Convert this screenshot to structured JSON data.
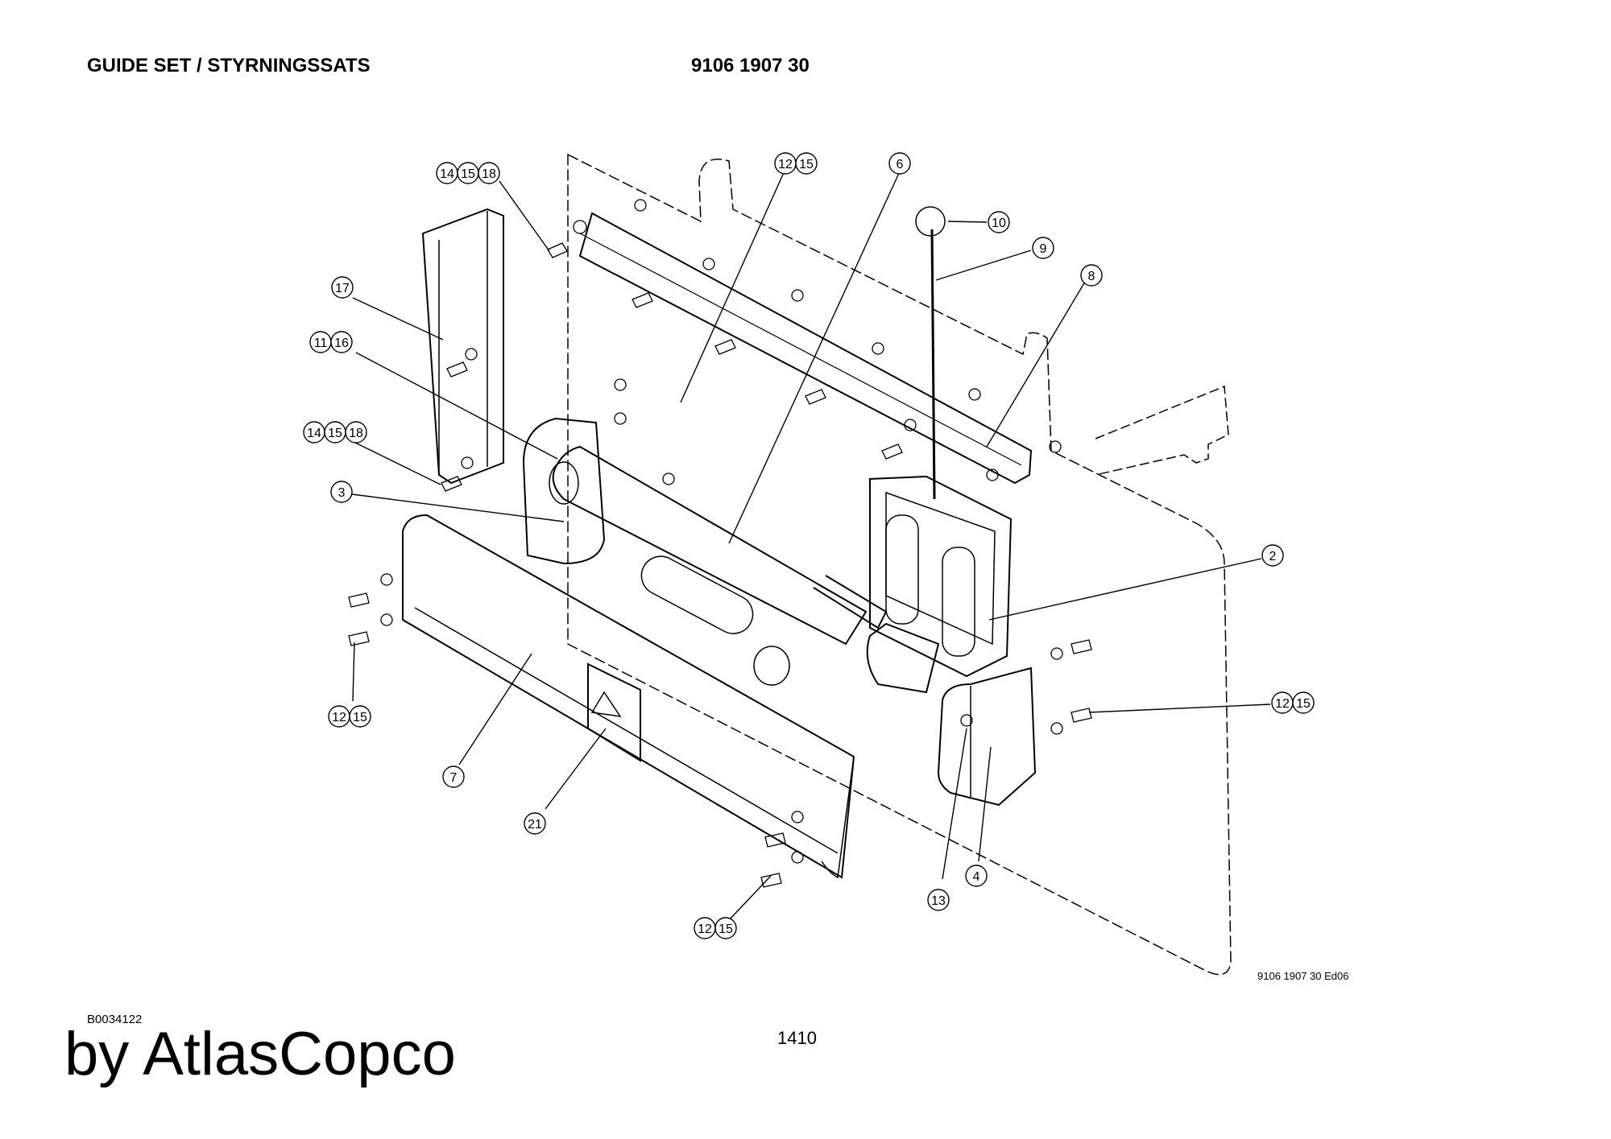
{
  "header": {
    "title": "GUIDE SET / STYRNINGSSATS",
    "part_number": "9106 1907 30"
  },
  "drawing": {
    "drawing_id": "9106 1907 30 Ed06",
    "callouts": [
      {
        "id": "c-14-15-18-top",
        "nums": [
          "14",
          "15",
          "18"
        ]
      },
      {
        "id": "c-12-15-top",
        "nums": [
          "12",
          "15"
        ]
      },
      {
        "id": "c-6",
        "nums": [
          "6"
        ]
      },
      {
        "id": "c-10",
        "nums": [
          "10"
        ]
      },
      {
        "id": "c-9",
        "nums": [
          "9"
        ]
      },
      {
        "id": "c-8",
        "nums": [
          "8"
        ]
      },
      {
        "id": "c-17",
        "nums": [
          "17"
        ]
      },
      {
        "id": "c-11-16",
        "nums": [
          "11",
          "16"
        ]
      },
      {
        "id": "c-14-15-18-mid",
        "nums": [
          "14",
          "15",
          "18"
        ]
      },
      {
        "id": "c-3",
        "nums": [
          "3"
        ]
      },
      {
        "id": "c-2",
        "nums": [
          "2"
        ]
      },
      {
        "id": "c-12-15-right",
        "nums": [
          "12",
          "15"
        ]
      },
      {
        "id": "c-12-15-left",
        "nums": [
          "12",
          "15"
        ]
      },
      {
        "id": "c-7",
        "nums": [
          "7"
        ]
      },
      {
        "id": "c-21",
        "nums": [
          "21"
        ]
      },
      {
        "id": "c-4",
        "nums": [
          "4"
        ]
      },
      {
        "id": "c-13",
        "nums": [
          "13"
        ]
      },
      {
        "id": "c-12-15-bottom",
        "nums": [
          "12",
          "15"
        ]
      }
    ]
  },
  "footer": {
    "ref_code": "B0034122",
    "page_number": "1410",
    "brand": "by AtlasCopco"
  }
}
